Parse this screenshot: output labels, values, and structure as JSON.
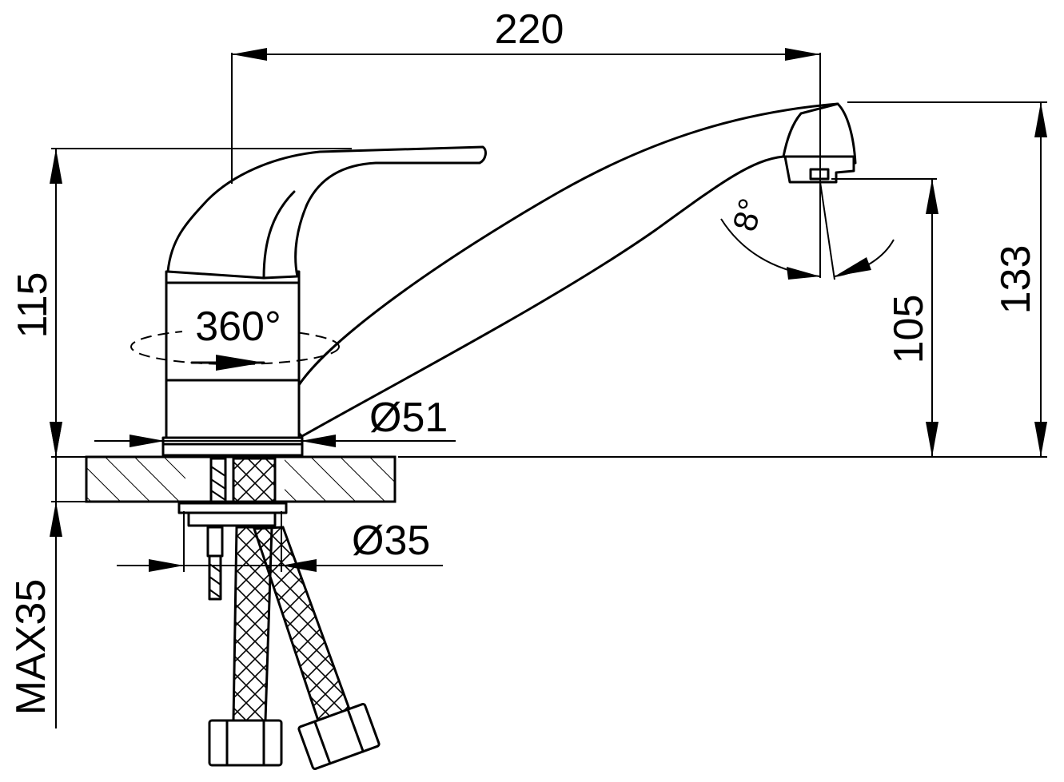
{
  "dimensions": {
    "spout_reach": "220",
    "total_height": "133",
    "spout_height": "105",
    "lever_height": "115",
    "base_diameter": "Ø51",
    "thread_diameter": "Ø35",
    "max_counter_thickness": "MAX35",
    "rotation": "360°",
    "aerator_tilt": "8°"
  },
  "colors": {
    "line": "#000000",
    "background": "#ffffff"
  }
}
